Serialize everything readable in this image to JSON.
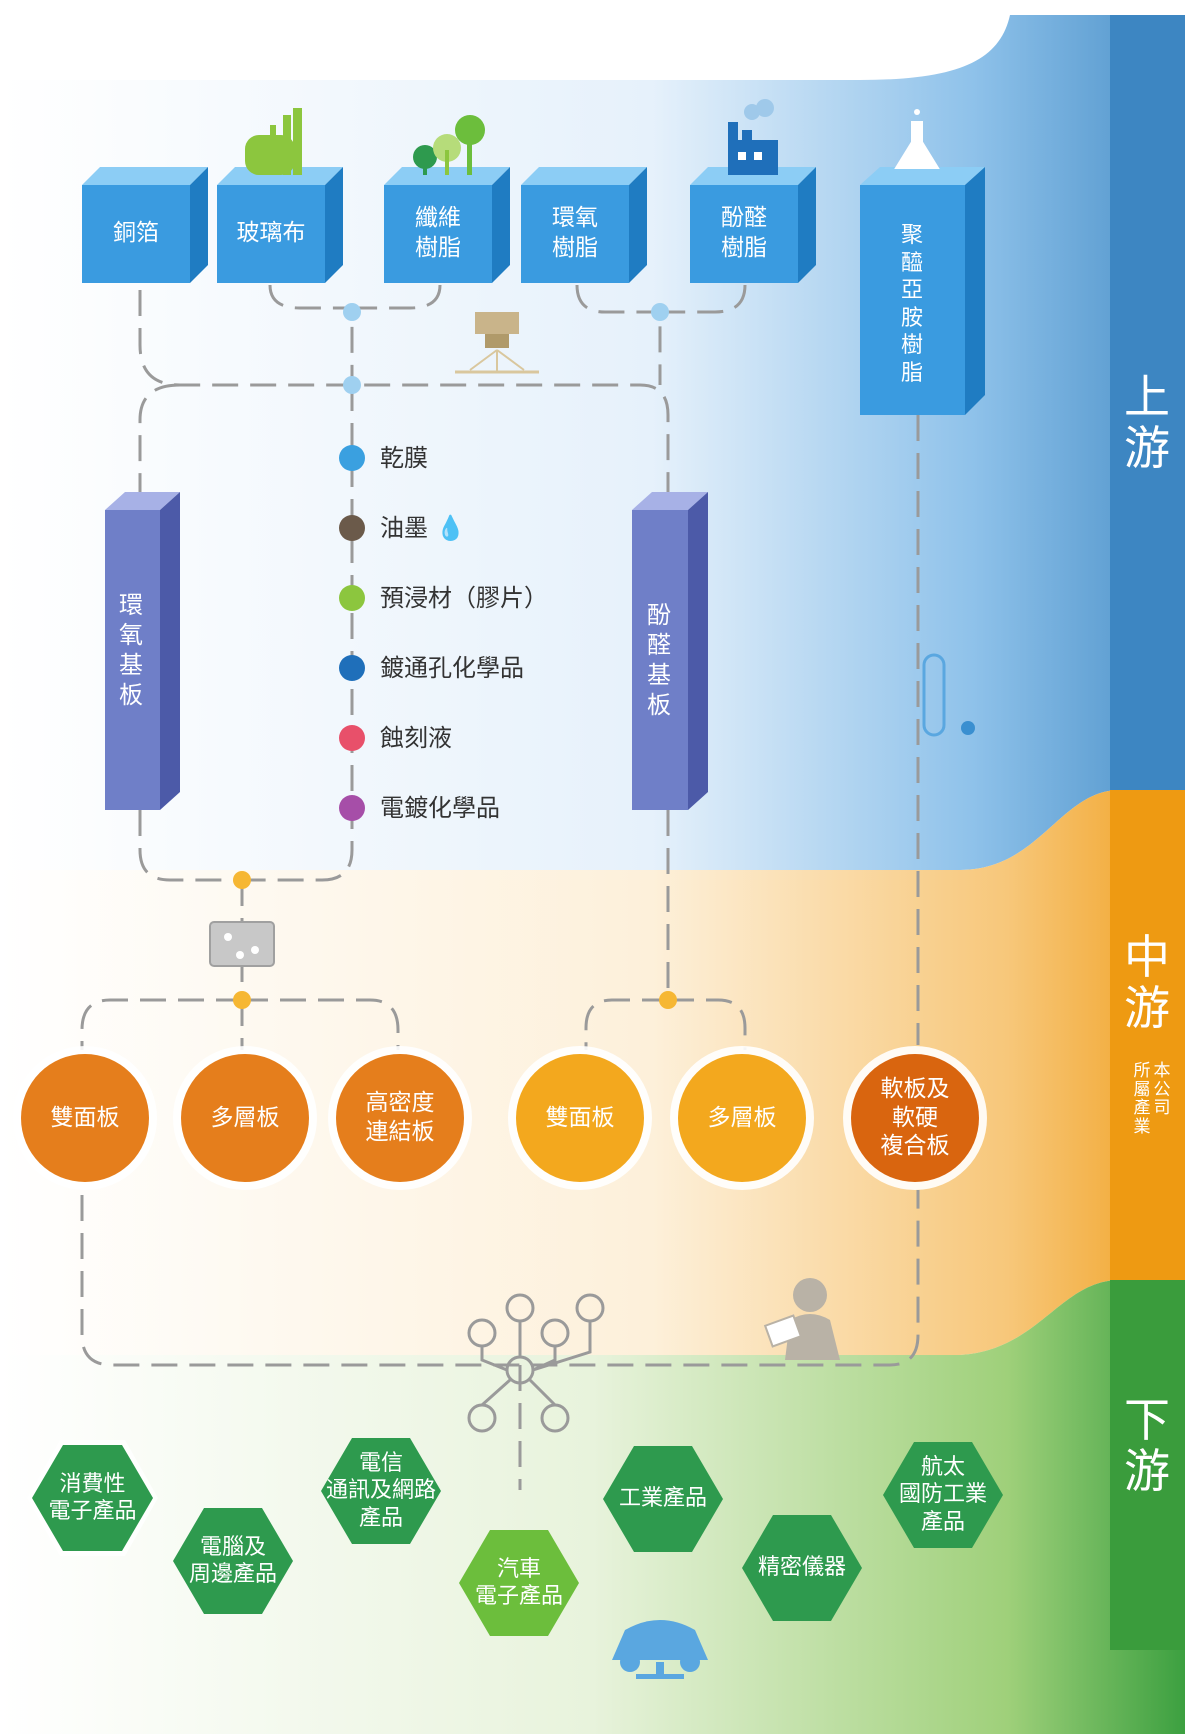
{
  "stages": {
    "upstream": "上\n游",
    "midstream": "中\n游",
    "midstream_note_a": "本\n公\n司",
    "midstream_note_b": "所\n屬\n產\n業",
    "downstream": "下\n游"
  },
  "colors": {
    "upstream": "#4a90c8",
    "midstream": "#f0a020",
    "downstream": "#3ca040",
    "material_box": "#3a9be0",
    "substrate": "#6f7fc8",
    "circle_dark": "#e57e1c",
    "circle_light": "#f3a81e",
    "hexagon": "#2e9a4e",
    "hexagon_light": "#6cbe3c"
  },
  "materials": [
    {
      "label": "銅箔"
    },
    {
      "label": "玻璃布"
    },
    {
      "label": "纖維\n樹脂"
    },
    {
      "label": "環氧\n樹脂"
    },
    {
      "label": "酚醛\n樹脂"
    }
  ],
  "polyimide": "聚\n醯\n亞\n胺\n樹\n脂",
  "substrates": {
    "epoxy": "環\n氧\n基\n板",
    "phenolic": "酚\n醛\n基\n板"
  },
  "chemicals": [
    {
      "label": "乾膜",
      "color": "#3aa0e0"
    },
    {
      "label": "油墨",
      "color": "#6b5a4a"
    },
    {
      "label": "預浸材（膠片）",
      "color": "#8cc63e"
    },
    {
      "label": "鍍通孔化學品",
      "color": "#1f6fba"
    },
    {
      "label": "蝕刻液",
      "color": "#e8506a"
    },
    {
      "label": "電鍍化學品",
      "color": "#a64ea8"
    }
  ],
  "boards": [
    {
      "label": "雙面板"
    },
    {
      "label": "多層板"
    },
    {
      "label": "高密度\n連結板"
    },
    {
      "label": "雙面板"
    },
    {
      "label": "多層板"
    },
    {
      "label": "軟板及\n軟硬\n複合板"
    }
  ],
  "products": [
    {
      "label": "消費性\n電子產品"
    },
    {
      "label": "電腦及\n周邊產品"
    },
    {
      "label": "電信\n通訊及網路\n產品"
    },
    {
      "label": "汽車\n電子產品"
    },
    {
      "label": "工業產品"
    },
    {
      "label": "精密儀器"
    },
    {
      "label": "航太\n國防工業\n產品"
    }
  ],
  "icons": [
    "factory-icon",
    "trees-icon",
    "plant-icon",
    "flask-icon",
    "drill-icon",
    "chip-icon",
    "worker-icon",
    "circuit-icon",
    "car-icon",
    "droplet-icon",
    "roller-icon"
  ]
}
